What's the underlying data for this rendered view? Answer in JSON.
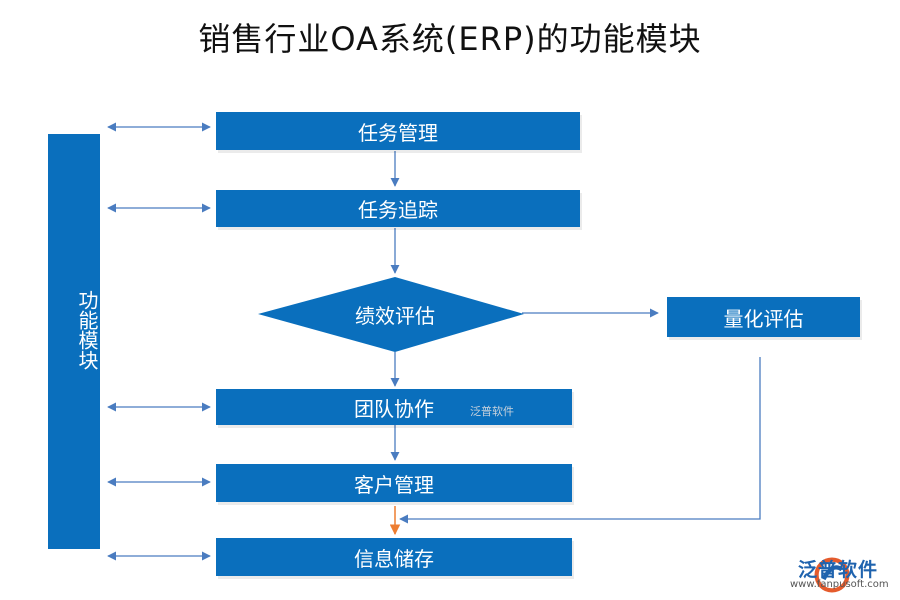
{
  "title": "销售行业OA系统(ERP)的功能模块",
  "sidebar": {
    "label": "功能模块",
    "color": "#0a6fbd"
  },
  "nodes": {
    "task_management": "任务管理",
    "task_tracking": "任务追踪",
    "performance_evaluation": "绩效评估",
    "quantitative_evaluation": "量化评估",
    "team_collaboration": "团队协作",
    "customer_management": "客户管理",
    "information_storage": "信息储存"
  },
  "colors": {
    "box_fill": "#0a6fbd",
    "arrow_line": "#4a7cc0",
    "highlight_arrow": "#ed7d31"
  },
  "watermark": "泛普软件",
  "logo": {
    "text": "泛普软件",
    "url": "www.fanpusoft.com",
    "icon": "fanpu-logo-icon"
  }
}
